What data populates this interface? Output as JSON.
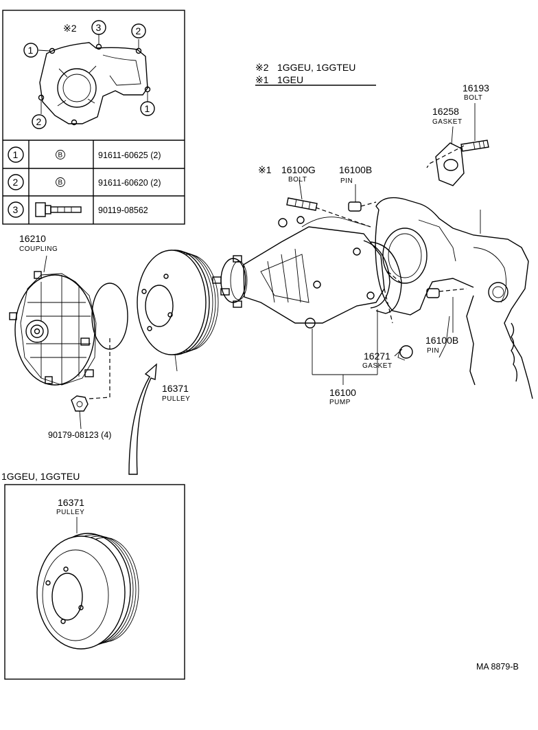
{
  "legend_table": {
    "header_mark": "※2",
    "rows": [
      {
        "num": "1",
        "symbol": "B",
        "part": "91611-60625 (2)"
      },
      {
        "num": "2",
        "symbol": "B",
        "part": "91611-60620 (2)"
      },
      {
        "num": "3",
        "symbol": "",
        "part": "90119-08562"
      }
    ]
  },
  "notes": {
    "note2_mark": "※2",
    "note2_text": "1GGEU, 1GGTEU",
    "note1_mark": "※1",
    "note1_text": "1GEU"
  },
  "callouts": {
    "bolt_16193": {
      "num": "16193",
      "name": "BOLT"
    },
    "gasket_16258": {
      "num": "16258",
      "name": "GASKET"
    },
    "bolt_16100g": {
      "mark": "※1",
      "num": "16100G",
      "name": "BOLT"
    },
    "pin_16100b_top": {
      "num": "16100B",
      "name": "PIN"
    },
    "pin_16100b_right": {
      "num": "16100B",
      "name": "PIN"
    },
    "coupling_16210": {
      "num": "16210",
      "name": "COUPLING"
    },
    "pulley_16371": {
      "num": "16371",
      "name": "PULLEY"
    },
    "gasket_16271": {
      "num": "16271",
      "name": "GASKET"
    },
    "pump_16100": {
      "num": "16100",
      "name": "PUMP"
    },
    "nut": {
      "num": "90179-08123 (4)"
    }
  },
  "inset": {
    "label": "1GGEU, 1GGTEU",
    "pulley": {
      "num": "16371",
      "name": "PULLEY"
    }
  },
  "figure_code": "MA 8879-B"
}
